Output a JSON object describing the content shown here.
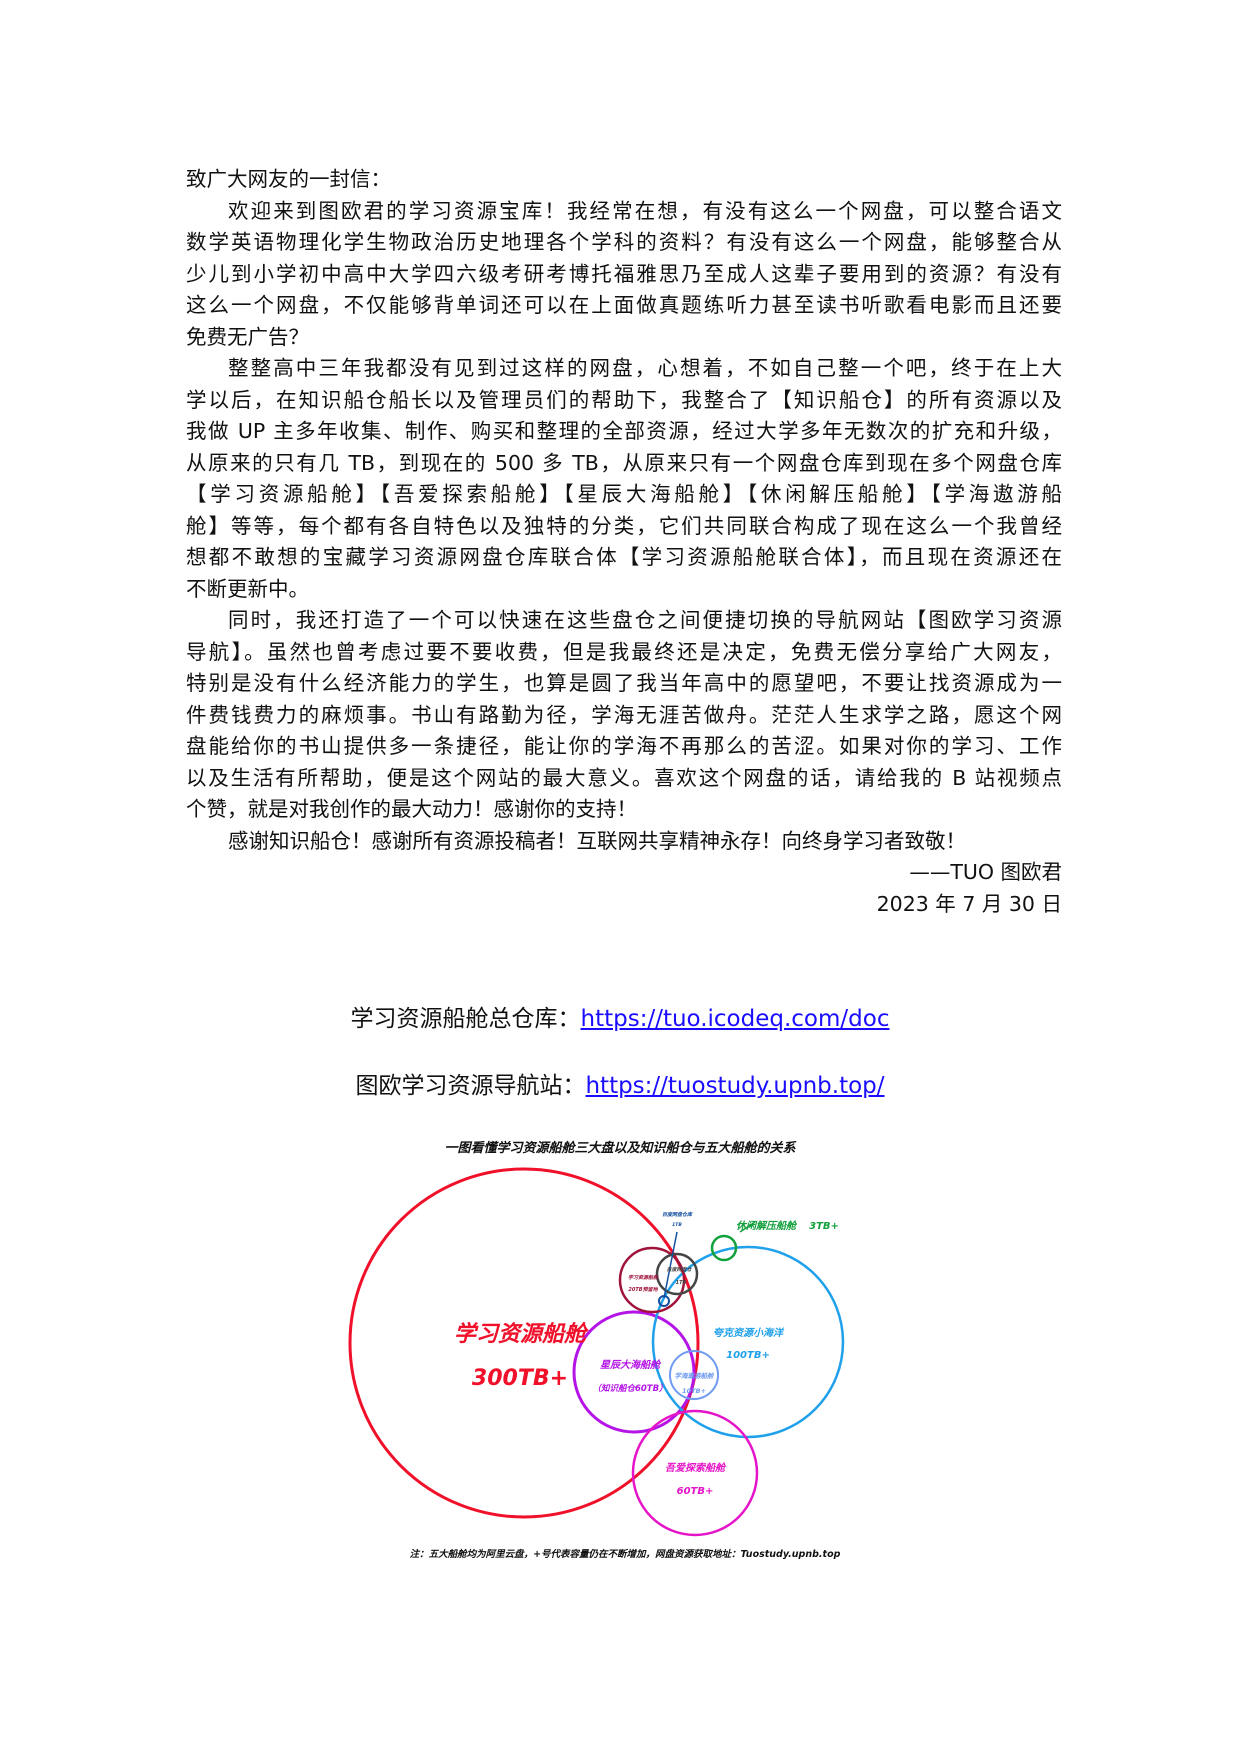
{
  "letter": {
    "greeting": "致广大网友的一封信：",
    "paragraphs": [
      {
        "lines": [
          "欢迎来到图欧君的学习资源宝库！我经常在想，有没有这么一个网盘，可以整合语文",
          "数学英语物理化学生物政治历史地理各个学科的资料？有没有这么一个网盘，能够整合从",
          "少儿到小学初中高中大学四六级考研考博托福雅思乃至成人这辈子要用到的资源？有没有",
          "这么一个网盘，不仅能够背单词还可以在上面做真题练听力甚至读书听歌看电影而且还要",
          "免费无广告？"
        ]
      },
      {
        "lines": [
          "整整高中三年我都没有见到过这样的网盘，心想着，不如自己整一个吧，终于在上大",
          "学以后，在知识船仓船长以及管理员们的帮助下，我整合了【知识船仓】的所有资源以及",
          "我做 UP 主多年收集、制作、购买和整理的全部资源，经过大学多年无数次的扩充和升级，",
          "从原来的只有几 TB，到现在的 500 多 TB，从原来只有一个网盘仓库到现在多个网盘仓库",
          "【学习资源船舱】【吾爱探索船舱】【星辰大海船舱】【休闲解压船舱】【学海遨游船",
          "舱】等等，每个都有各自特色以及独特的分类，它们共同联合构成了现在这么一个我曾经",
          "想都不敢想的宝藏学习资源网盘仓库联合体【学习资源船舱联合体】，而且现在资源还在",
          "不断更新中。"
        ]
      },
      {
        "lines": [
          "同时，我还打造了一个可以快速在这些盘仓之间便捷切换的导航网站【图欧学习资源",
          "导航】。虽然也曾考虑过要不要收费，但是我最终还是决定，免费无偿分享给广大网友，",
          "特别是没有什么经济能力的学生，也算是圆了我当年高中的愿望吧，不要让找资源成为一",
          "件费钱费力的麻烦事。书山有路勤为径，学海无涯苦做舟。茫茫人生求学之路，愿这个网",
          "盘能给你的书山提供多一条捷径，能让你的学海不再那么的苦涩。如果对你的学习、工作",
          "以及生活有所帮助，便是这个网站的最大意义。喜欢这个网盘的话，请给我的 B 站视频点",
          "个赞，就是对我创作的最大动力！感谢你的支持！"
        ]
      },
      {
        "lines": [
          "感谢知识船仓！感谢所有资源投稿者！互联网共享精神永存！向终身学习者致敬！"
        ]
      }
    ],
    "signature": "——TUO 图欧君",
    "date": "2023 年 7 月 30 日"
  },
  "links": [
    {
      "label": "学习资源船舱总仓库：",
      "url_text": "https://tuo.icodeq.com/doc"
    },
    {
      "label": "图欧学习资源导航站：",
      "url_text": "https://tuostudy.upnb.top/"
    }
  ],
  "diagram": {
    "title": "一图看懂学习资源船舱三大盘以及知识船仓与五大船舱的关系",
    "nodes": {
      "xuexi": {
        "name": "学习资源船舱",
        "size": "300TB+",
        "color": "#f0102a"
      },
      "kuake": {
        "name": "夸克资源小海洋",
        "size": "100TB+",
        "color": "#1ea0ea"
      },
      "xingchen": {
        "name": "星辰大海船舱",
        "size": "（知识船仓60TB）",
        "color": "#b414e6"
      },
      "xuehai": {
        "name": "学海遨游船舱",
        "size": "10TB+",
        "color": "#6f9bf0"
      },
      "wuai": {
        "name": "吾爱探索船舱",
        "size": "60TB+",
        "color": "#e614c8"
      },
      "xiuxian": {
        "name": "休闲解压船舱",
        "size": "3TB+",
        "color": "#12a03c"
      },
      "maroon": {
        "name": "学习资源船舱",
        "size": "20TB预留地",
        "color": "#a0143c"
      },
      "grey": {
        "name": "百度网盘仓",
        "size": "1TB",
        "color": "#444444"
      },
      "top": {
        "name": "百度网盘仓库",
        "size": "1TB",
        "color": "#1450a0"
      }
    },
    "note": "注：五大船舱均为阿里云盘，+号代表容量仍在不断增加，网盘资源获取地址：Tuostudy.upnb.top"
  }
}
